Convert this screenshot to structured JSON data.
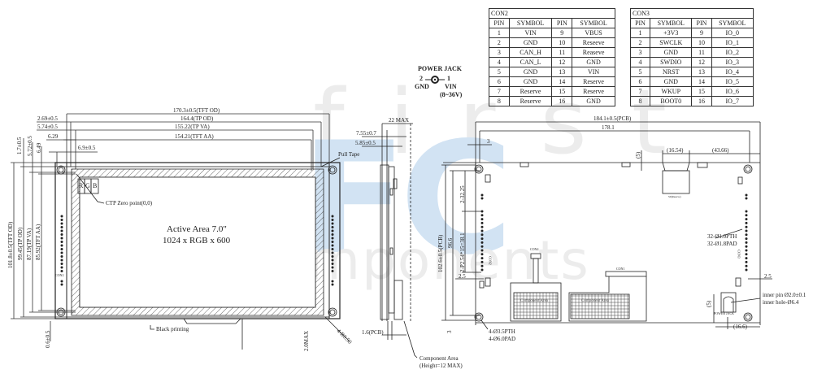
{
  "watermark": {
    "top_word": "first",
    "logo": "FC",
    "bottom_word": "components",
    "color": "#c9ddf0"
  },
  "con2": {
    "title": "CON2",
    "headers": [
      "PIN",
      "SYMBOL",
      "PIN",
      "SYMBOL"
    ],
    "rows": [
      [
        "1",
        "VIN",
        "9",
        "VBUS"
      ],
      [
        "2",
        "GND",
        "10",
        "Reseeve"
      ],
      [
        "3",
        "CAN_H",
        "11",
        "Reaseve"
      ],
      [
        "4",
        "CAN_L",
        "12",
        "GND"
      ],
      [
        "5",
        "GND",
        "13",
        "VIN"
      ],
      [
        "6",
        "GND",
        "14",
        "Reserve"
      ],
      [
        "7",
        "Reserve",
        "15",
        "Reserve"
      ],
      [
        "8",
        "Reserve",
        "16",
        "GND"
      ]
    ]
  },
  "con3": {
    "title": "CON3",
    "headers": [
      "PIN",
      "SYMBOL",
      "PIN",
      "SYMBOL"
    ],
    "rows": [
      [
        "1",
        "+3V3",
        "9",
        "IO_0"
      ],
      [
        "2",
        "SWCLK",
        "10",
        "IO_1"
      ],
      [
        "3",
        "GND",
        "11",
        "IO_2"
      ],
      [
        "4",
        "SWDIO",
        "12",
        "IO_3"
      ],
      [
        "5",
        "NRST",
        "13",
        "IO_4"
      ],
      [
        "6",
        "GND",
        "14",
        "IO_5"
      ],
      [
        "7",
        "WKUP",
        "15",
        "IO_6"
      ],
      [
        "8",
        "BOOT0",
        "16",
        "IO_7"
      ]
    ]
  },
  "power_jack": {
    "title": "POWER JACK",
    "pin2": "2",
    "pin1": "1",
    "gnd": "GND",
    "vin": "VIN",
    "range": "(8~36V)"
  },
  "front_view": {
    "dims_top": [
      "170.3±0.5(TFT OD)",
      "164.4(TP OD)",
      "155.22(TP VA)",
      "154.21(TFT AA)"
    ],
    "dims_left_top": [
      "2.69±0.5",
      "5.74±0.5",
      "6.29",
      "6.9±0.5"
    ],
    "dims_vertical_top": [
      "1.7±0.5",
      "5.72±0.5",
      "6.49"
    ],
    "dims_left": [
      "101.8±0.5(TFT OD)",
      "99.45(TP OD)",
      "87.19(TP VA)",
      "85.92(TFT AA)"
    ],
    "dim_bottom_left": "0.6±0.5",
    "rgb": [
      "R",
      "G",
      "B"
    ],
    "ctp_zero": "CTP Zero point(0,0)",
    "active_area_line1": "Active Area 7.0\"",
    "active_area_line2": "1024 x RGB x 600",
    "pull_tape": "Pull Tape",
    "black_printing": "Black printing",
    "dim_2max": "2.0MAX",
    "dim_r": "4-R0.50",
    "con_label": "CON2"
  },
  "side_view": {
    "max": "22 MAX",
    "d1": "7.55±0.7",
    "d2": "5.85±0.5",
    "pcb": "1.6(PCB)",
    "component_area_1": "Component Area",
    "component_area_2": "(Height=12 MAX)"
  },
  "back_view": {
    "width_pcb": "184.1±0.5(PCB)",
    "width_inner": "178.1",
    "dim_3": "3",
    "dim_3b": "3",
    "dim_5": "(5)",
    "dim_5b": "(5)",
    "dim_1654": "(16.54)",
    "dim_4366": "(43.66)",
    "height_pcb": "102.6±0.5(PCB)",
    "height_inner": "96.6",
    "pitch1": "2-32.25",
    "pitch2": "2-P2.54*15=38.1",
    "dim_25": "2.5",
    "dim_25b": "2.5",
    "pth": "32-Ø1.0PTH",
    "pad": "32-Ø1.8PAD",
    "inner_pin": "inner pin Ø2.0±0.1",
    "inner_hole": "inner hole-Ø6.4",
    "dim_166": "(16.6)",
    "holes_pth": "4-Ø3.5PTH",
    "holes_pad": "4-Ø6.0PAD",
    "con4": "CON4",
    "con1": "CON1",
    "con2": "CON2",
    "con3": "CON3",
    "power_jack": "POWER JACK",
    "sd": "SD(Reserve)",
    "component_area": "Component Area"
  }
}
